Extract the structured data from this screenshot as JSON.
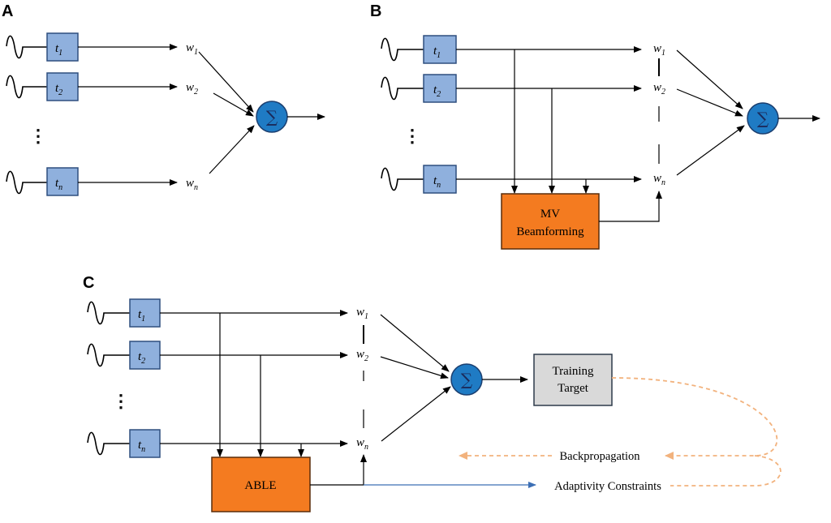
{
  "panels": {
    "a": {
      "label": "A"
    },
    "b": {
      "label": "B"
    },
    "c": {
      "label": "C"
    }
  },
  "delays": [
    "t",
    "t",
    "t"
  ],
  "delay_subs": [
    "1",
    "2",
    "n"
  ],
  "weights": [
    "w",
    "w",
    "w"
  ],
  "weight_subs": [
    "1",
    "2",
    "n"
  ],
  "ellipsis": "⋮",
  "sum_symbol": "∑",
  "mv_box": {
    "line1": "MV",
    "line2": "Beamforming"
  },
  "able_box": {
    "label": "ABLE"
  },
  "training_box": {
    "line1": "Training",
    "line2": "Target"
  },
  "labels": {
    "backprop": "Backpropagation",
    "adaptivity": "Adaptivity Constraints"
  },
  "colors": {
    "delay_box": "#8fb0dd",
    "delay_border": "#2f4f7f",
    "sum_fill": "#1f7bc4",
    "orange_box": "#f47b20",
    "training_fill": "#d9d9d9",
    "dashed_orange": "#f2b27d",
    "blue_arrow": "#3c6fb5"
  }
}
